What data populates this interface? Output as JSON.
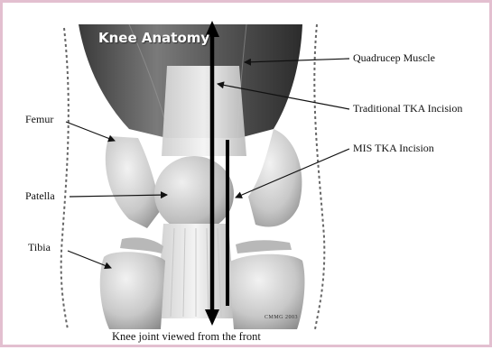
{
  "title": "Knee Anatomy",
  "labels": {
    "quadricep": "Quadrucep Muscle",
    "traditional": "Traditional TKA Incision",
    "mis": "MIS TKA Incision",
    "femur": "Femur",
    "patella": "Patella",
    "tibia": "Tibia"
  },
  "caption": "Knee joint viewed from the front",
  "copyright": "CMMG 2003",
  "colors": {
    "border": "#e3bfd0",
    "muscle_dark": "#3d3d3d",
    "bone": "#c9c9c9",
    "tendon": "#e9e9e9"
  }
}
